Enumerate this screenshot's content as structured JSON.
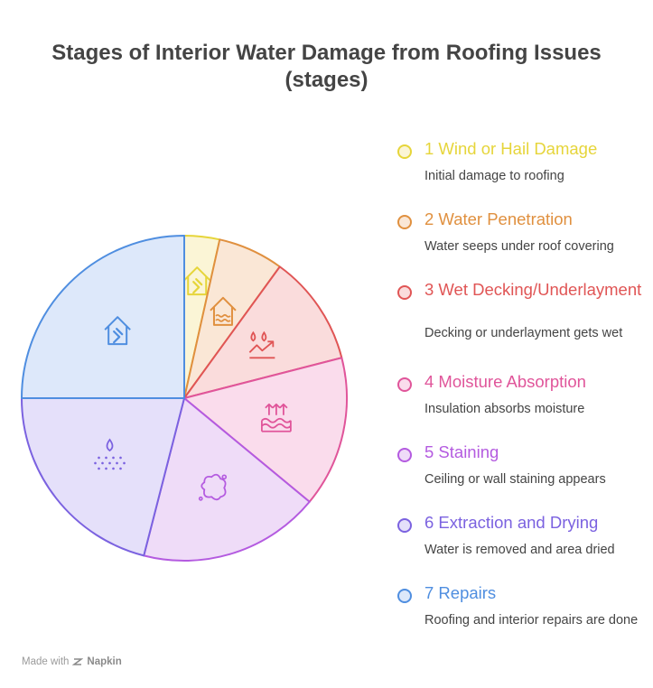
{
  "title_line1": "Stages of Interior Water Damage from Roofing Issues",
  "title_line2": "(stages)",
  "footer": {
    "made_with": "Made with",
    "brand": "Napkin"
  },
  "chart_data": {
    "type": "pie",
    "title": "Stages of Interior Water Damage from Roofing Issues (stages)",
    "slices": [
      {
        "label": "1 Wind or Hail Damage",
        "description": "Initial damage to roofing",
        "value": 3.5,
        "color": "#e6d53a",
        "fill": "#fbf5d6",
        "icon": "house-hammer-icon"
      },
      {
        "label": "2 Water Penetration",
        "description": "Water seeps under roof covering",
        "value": 6.5,
        "color": "#e0903f",
        "fill": "#fae7d6",
        "icon": "house-flood-icon"
      },
      {
        "label": "3 Wet Decking/Underlayment",
        "description": "Decking or underlayment gets wet",
        "value": 11,
        "color": "#e05555",
        "fill": "#fadcdc",
        "icon": "drops-trend-icon"
      },
      {
        "label": "4 Moisture Absorption",
        "description": "Insulation absorbs moisture",
        "value": 15,
        "color": "#e0559a",
        "fill": "#fadcec",
        "icon": "rising-water-icon"
      },
      {
        "label": "5 Staining",
        "description": "Ceiling or wall staining appears",
        "value": 18,
        "color": "#b45be0",
        "fill": "#efdcf8",
        "icon": "splash-stain-icon"
      },
      {
        "label": "6 Extraction and Drying",
        "description": "Water is removed and area dried",
        "value": 21,
        "color": "#7b62e0",
        "fill": "#e5e0fa",
        "icon": "drop-spray-icon"
      },
      {
        "label": "7 Repairs",
        "description": "Roofing and interior repairs are done",
        "value": 25,
        "color": "#4f8ee0",
        "fill": "#dde8fa",
        "icon": "house-hammer-icon"
      }
    ]
  }
}
